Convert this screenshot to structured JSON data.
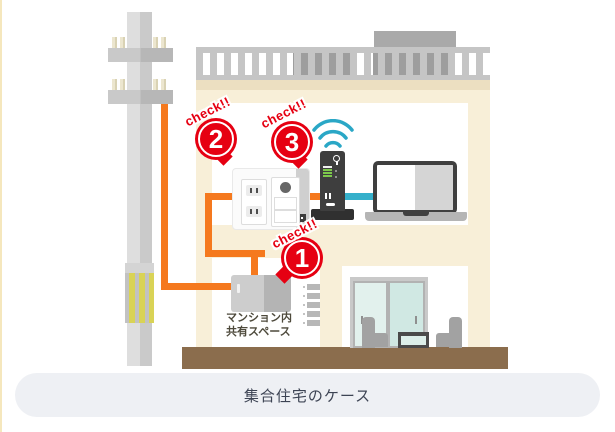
{
  "caption": {
    "label": "集合住宅のケース"
  },
  "labels": {
    "shared_space": {
      "line1": "マンション内",
      "line2": "共有スペース"
    }
  },
  "markers": [
    {
      "check": "check!!",
      "number": "1"
    },
    {
      "check": "check!!",
      "number": "2"
    },
    {
      "check": "check!!",
      "number": "3"
    }
  ],
  "colors": {
    "marker_red": "#e60012",
    "fiber_cable_orange": "#f5791e",
    "lan_cable_teal": "#35b0cb",
    "wifi_teal": "#2aa7c6",
    "wall_cream": "#f8efd8",
    "ground_brown": "#8b6d4d",
    "caption_bg": "#eef0f4",
    "pole_cover_yellow": "#d9d356",
    "led_green": "#7dc94b"
  },
  "icons": {
    "wifi-icon": "three-teal-arcs",
    "check-badge": "red-speech-bubble-circle",
    "power-led-icon": "white-circle-with-tick"
  }
}
